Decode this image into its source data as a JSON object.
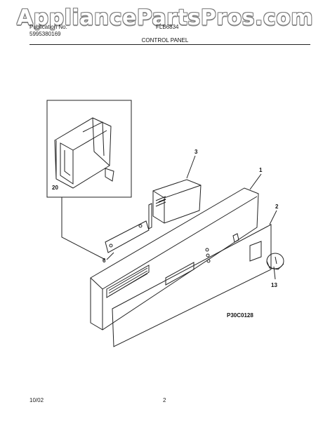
{
  "watermark": "AppliancePartsPros.com",
  "header": {
    "publication_label": "Publication No.",
    "publication_no": "5995380169",
    "model": "FLB6834",
    "section_title": "CONTROL PANEL"
  },
  "diagram": {
    "callouts": [
      "20",
      "3",
      "1",
      "2",
      "6",
      "13"
    ],
    "figure_code": "P30C0128"
  },
  "footer": {
    "date": "10/02",
    "page": "2"
  }
}
